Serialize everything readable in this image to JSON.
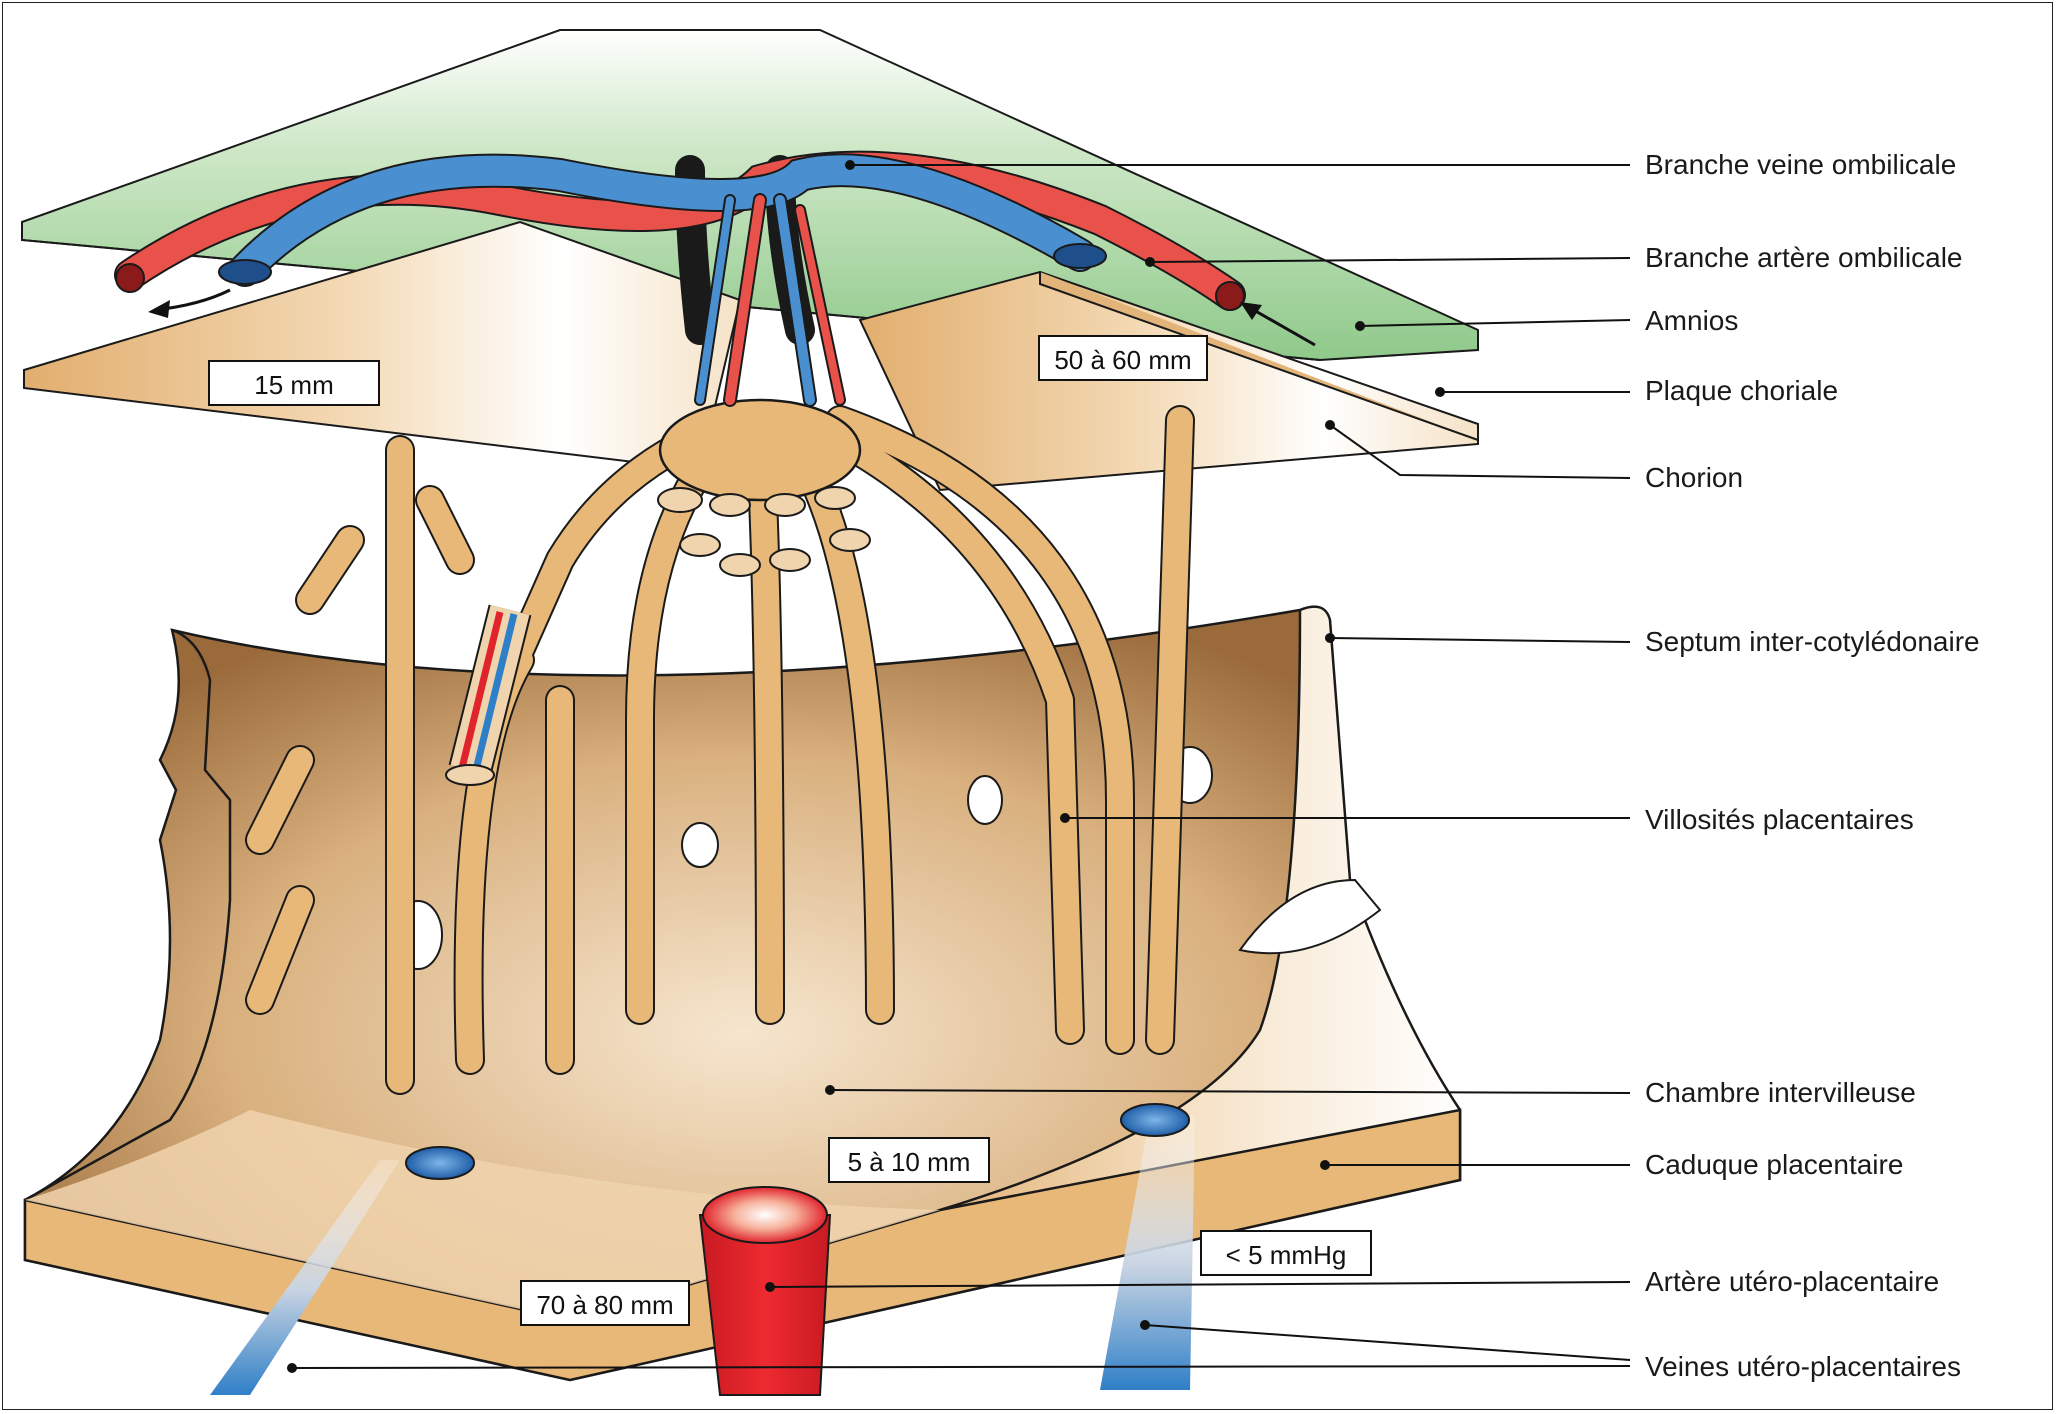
{
  "labels": {
    "veine": "Branche veine ombilicale",
    "artere": "Branche artère ombilicale",
    "amnios": "Amnios",
    "plaque": "Plaque choriale",
    "chorion": "Chorion",
    "septum": "Septum inter-cotylédonaire",
    "villosites": "Villosités placentaires",
    "chambre": "Chambre intervilleuse",
    "caduque": "Caduque placentaire",
    "artere_utero": "Artère utéro-placentaire",
    "veines_utero": "Veines utéro-placentaires"
  },
  "measures": {
    "m15": "15 mm",
    "m50": "50 à 60 mm",
    "m5_10": "5 à 10 mm",
    "m70": "70 à 80 mm",
    "pressure": "< 5 mmHg"
  },
  "colors": {
    "amnios": "#8fc98a",
    "tissue": "#e8b878",
    "tissue_light": "#f7e4c8",
    "artery": "#e8524a",
    "vein": "#4a90d0",
    "uterine_artery": "#e0242c",
    "uterine_vein": "#2f7fc8"
  }
}
